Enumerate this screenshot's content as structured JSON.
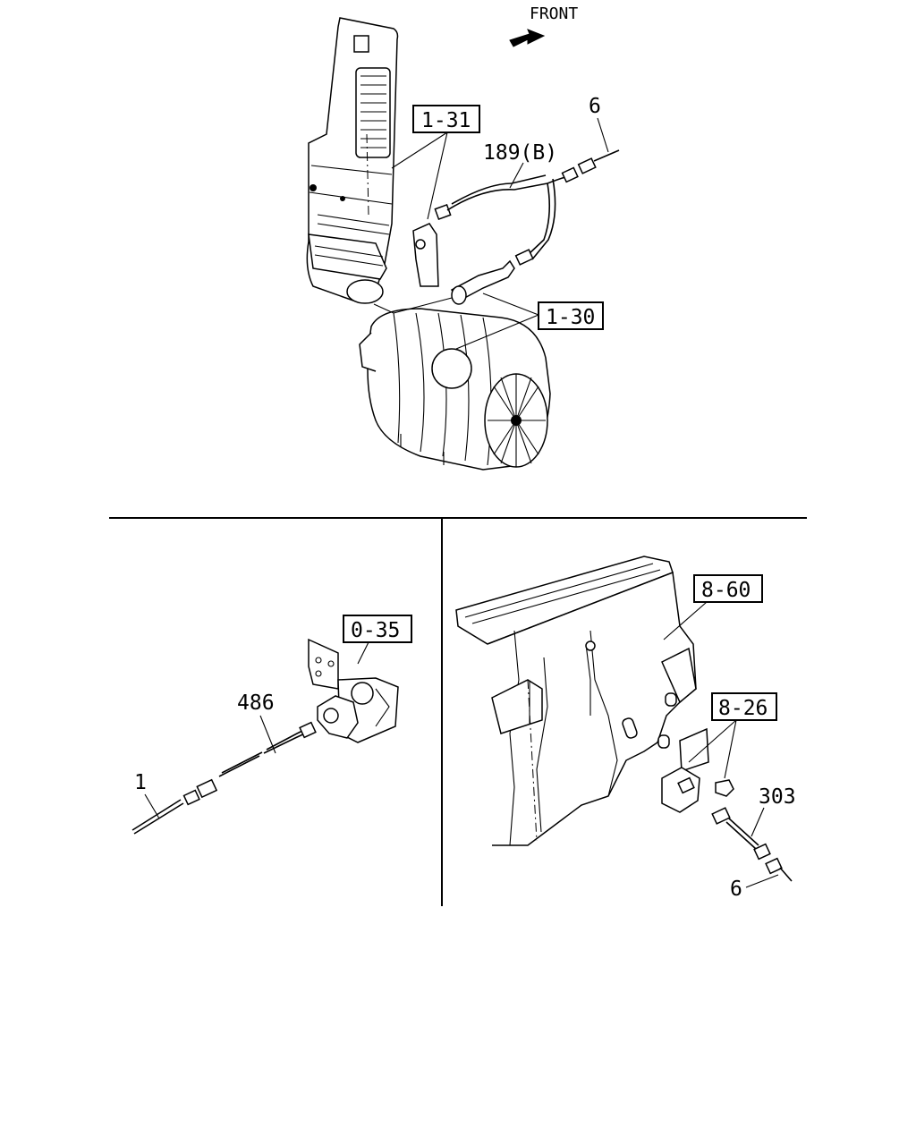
{
  "header": {
    "direction_label": "FRONT"
  },
  "top_section": {
    "callouts": {
      "ref_1_31": "1-31",
      "ref_1_30": "1-30",
      "part_189b": "189(B)",
      "part_6": "6"
    }
  },
  "bottom_left_section": {
    "callouts": {
      "ref_0_35": "0-35",
      "part_486": "486",
      "part_1": "1"
    }
  },
  "bottom_right_section": {
    "callouts": {
      "ref_8_60": "8-60",
      "ref_8_26": "8-26",
      "part_303": "303",
      "part_6": "6"
    }
  },
  "icons": [
    "front-arrow-icon"
  ]
}
